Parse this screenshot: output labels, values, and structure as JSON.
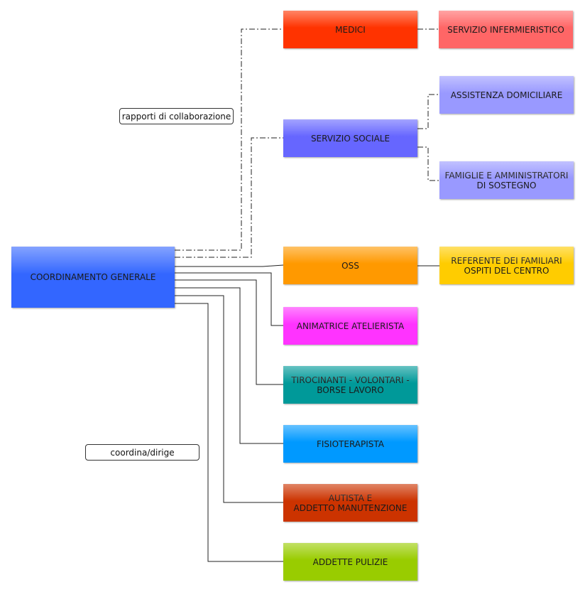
{
  "nodes": {
    "coordinamento": {
      "text": "COORDINAMENTO GENERALE",
      "color": "#3366ff"
    },
    "medici": {
      "text": "MEDICI",
      "color": "#ff3300"
    },
    "infermieristico": {
      "text": "SERVIZIO INFERMIERISTICO",
      "color": "#ff6666"
    },
    "sociale": {
      "text": "SERVIZIO SOCIALE",
      "color": "#6666ff"
    },
    "domiciliare": {
      "text": "ASSISTENZA DOMICILIARE",
      "color": "#9999ff"
    },
    "famiglie": {
      "text": "FAMIGLIE E AMMINISTRATORI\nDI SOSTEGNO",
      "color": "#9999ff"
    },
    "oss": {
      "text": "OSS",
      "color": "#ff9900"
    },
    "referente": {
      "text": "REFERENTE DEI FAMILIARI\nOSPITI DEL CENTRO",
      "color": "#ffcc00"
    },
    "animatrice": {
      "text": "ANIMATRICE ATELIERISTA",
      "color": "#ff33ff"
    },
    "tirocinanti": {
      "text": "TIROCINANTI - VOLONTARI -\nBORSE LAVORO",
      "color": "#009999"
    },
    "fisioterapista": {
      "text": "FISIOTERAPISTA",
      "color": "#0099ff"
    },
    "autista": {
      "text": "AUTISTA E\nADDETTO MANUTENZIONE",
      "color": "#cc3300"
    },
    "pulizie": {
      "text": "ADDETTE PULIZIE",
      "color": "#99cc00"
    }
  },
  "labels": {
    "collaborazione": "rapporti di collaborazione",
    "coordina": "coordina/dirige"
  }
}
